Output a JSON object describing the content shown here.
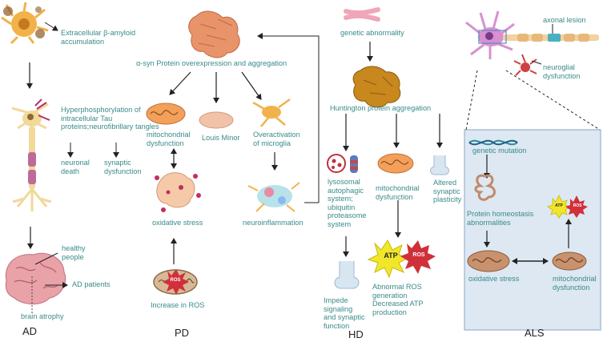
{
  "sections": {
    "ad": "AD",
    "pd": "PD",
    "hd": "HD",
    "als": "ALS"
  },
  "ad": {
    "amyloid": "Extracellular β-amyloid accumulation",
    "tau": "Hyperphosphorylation of intracellular Tau proteins;neurofibrillary tangles",
    "neuronal_death": "neuronal death",
    "synaptic": "synaptic dysfunction",
    "healthy": "healthy people",
    "patients": "AD patients",
    "atrophy": "brain atrophy"
  },
  "pd": {
    "asyn": "α-syn Protein overexpression and aggregation",
    "mito": "mitochondrial dysfunction",
    "louis": "Louis Minor",
    "microglia": "Overactivation of microglia",
    "oxidative": "oxidative stress",
    "neuroinflammation": "neuroinflammation",
    "ros_increase": "Increase in ROS",
    "ros_badge": "ROS"
  },
  "hd": {
    "genetic": "genetic abnormality",
    "aggregation": "Huntington protein aggregation",
    "lysosomal": "lysosomal autophagic system; ubiquitin proteasome system",
    "mito": "mitochondrial dysfunction",
    "plasticity": "Altered synaptic plasticity",
    "abnormal_ros": "Abnormal ROS generation Decreased ATP production",
    "impede": "Impede signaling and synaptic function",
    "atp_badge": "ATP",
    "ros_badge": "ROS"
  },
  "als": {
    "axonal": "axonal lesion",
    "neuroglial": "neuroglial dysfunction",
    "genetic_mutation": "genetic mutation",
    "homeostasis": "Protein homeostasis abnormalities",
    "oxidative": "oxidative stress",
    "mito": "mitochondrial dysfunction",
    "atp_badge": "ATP",
    "ros_badge": "ROS"
  },
  "colors": {
    "label_teal": "#3a8a8a",
    "arrow": "#222222",
    "als_panel_bg": "#dde8f2",
    "als_panel_border": "#8aa6c4",
    "ros_red": "#d0303a",
    "atp_yellow": "#f2e62a"
  }
}
